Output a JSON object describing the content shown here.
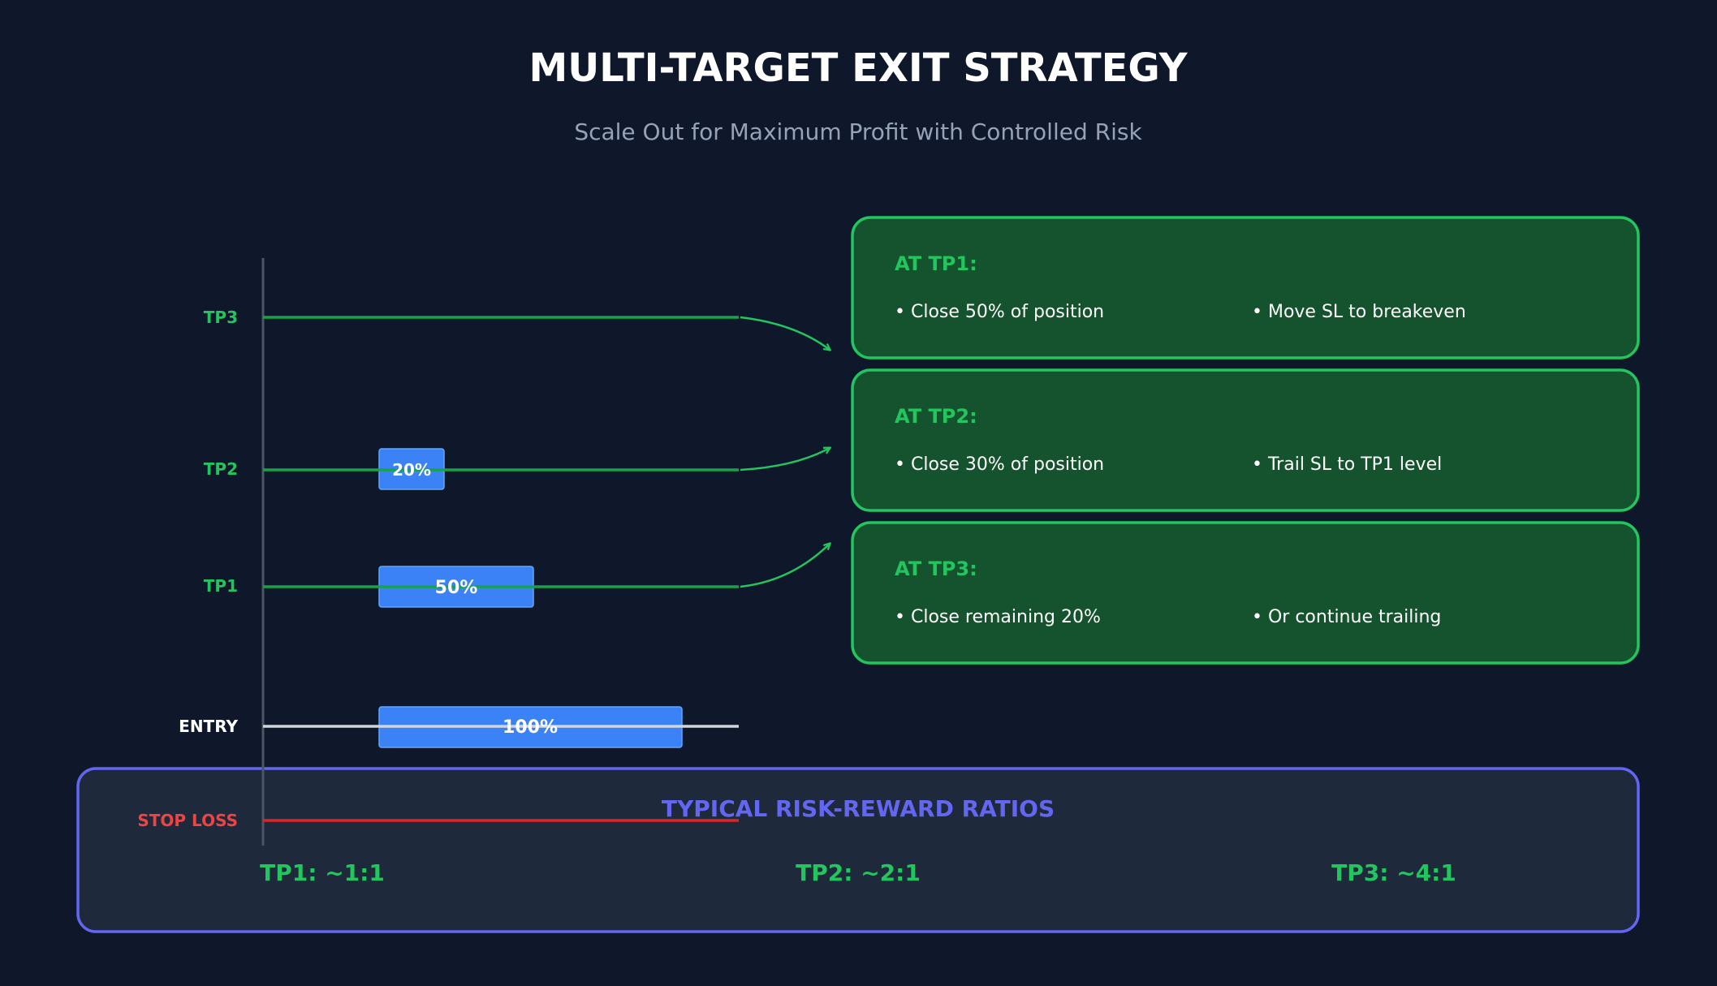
{
  "title": "MULTI-TARGET EXIT STRATEGY",
  "subtitle": "Scale Out for Maximum Profit with Controlled Risk",
  "levels": [
    {
      "key": "tp3",
      "label": "TP3",
      "color": "#22c55e",
      "line_color": "#16a34a"
    },
    {
      "key": "tp2",
      "label": "TP2",
      "color": "#22c55e",
      "line_color": "#16a34a",
      "position_percent": "20%"
    },
    {
      "key": "tp1",
      "label": "TP1",
      "color": "#22c55e",
      "line_color": "#16a34a",
      "position_percent": "50%"
    },
    {
      "key": "entry",
      "label": "ENTRY",
      "color": "#ffffff",
      "line_color": "#d1d5db",
      "position_percent": "100%"
    },
    {
      "key": "stop_loss",
      "label": "STOP LOSS",
      "color": "#ef4444",
      "line_color": "#dc2626"
    }
  ],
  "position_bar_color": "#3b82f6",
  "actions": [
    {
      "heading": "AT TP1:",
      "items": [
        "• Close 50% of position",
        "• Move SL to breakeven"
      ]
    },
    {
      "heading": "AT TP2:",
      "items": [
        "• Close 30% of position",
        "• Trail SL to TP1 level"
      ]
    },
    {
      "heading": "AT TP3:",
      "items": [
        "• Close remaining 20%",
        "• Or continue trailing"
      ]
    }
  ],
  "ratios": {
    "heading": "TYPICAL RISK-REWARD RATIOS",
    "items": [
      "TP1: ~1:1",
      "TP2: ~2:1",
      "TP3: ~4:1"
    ]
  },
  "colors": {
    "background": "#0f172a",
    "accent_green": "#22c55e",
    "card_fill": "#14532d",
    "accent_indigo": "#6366f1",
    "panel_fill": "#1e293b"
  }
}
